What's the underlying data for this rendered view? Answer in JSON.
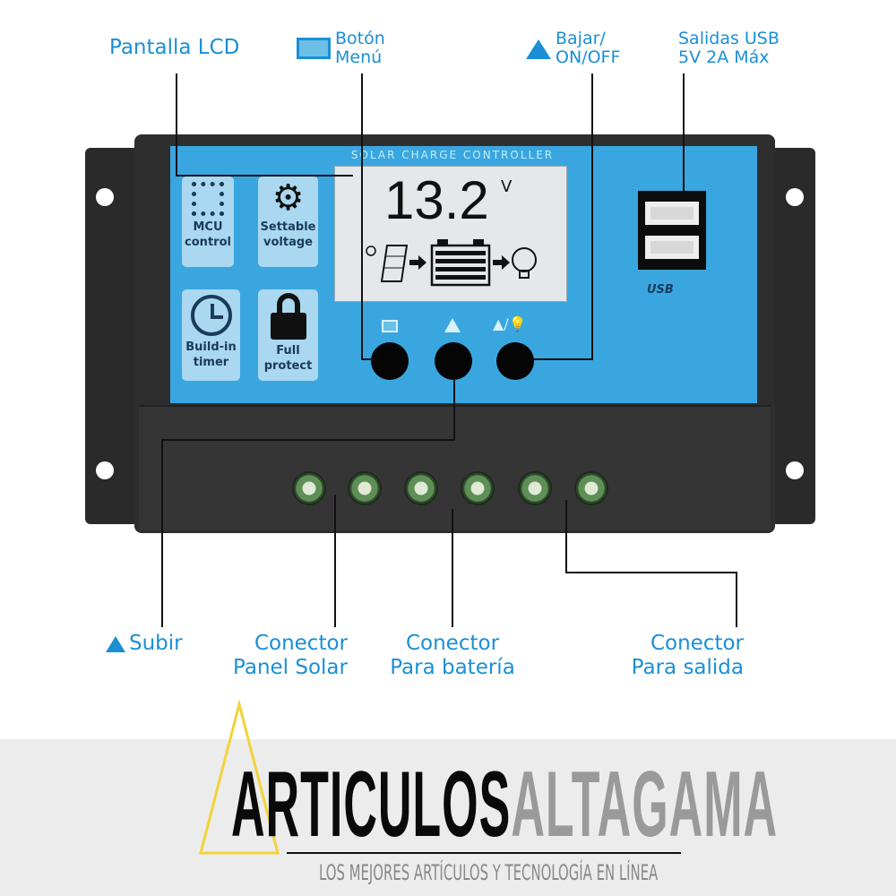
{
  "device": {
    "title": "SOLAR CHARGE CONTROLLER",
    "lcd_voltage": "13.2",
    "lcd_unit": "V",
    "features": [
      {
        "icon": "chip-icon",
        "line1": "MCU",
        "line2": "control"
      },
      {
        "icon": "gear-icon",
        "line1": "Settable",
        "line2": "voltage"
      },
      {
        "icon": "clock-icon",
        "line1": "Build-in",
        "line2": "timer"
      },
      {
        "icon": "lock-icon",
        "line1": "Full",
        "line2": "protect"
      }
    ],
    "usb_logo": "USB"
  },
  "annotations": {
    "lcd": "Pantalla LCD",
    "menu_line1": "Botón",
    "menu_line2": "Menú",
    "down_line1": "Bajar/",
    "down_line2": "ON/OFF",
    "usb_line1": "Salidas USB",
    "usb_line2": "5V 2A Máx",
    "up": "Subir",
    "panel_line1": "Conector",
    "panel_line2": "Panel Solar",
    "battery_line1": "Conector",
    "battery_line2": "Para batería",
    "output_line1": "Conector",
    "output_line2": "Para salida"
  },
  "logo": {
    "part1": "ARTICULOS",
    "part2": "ALTAGAMA",
    "tagline": "LOS MEJORES ARTÍCULOS Y TECNOLOGÍA EN LÍNEA"
  },
  "colors": {
    "accent": "#1a8fd6",
    "panel": "#3aa6e0",
    "logo_yellow": "#f2d33a"
  }
}
